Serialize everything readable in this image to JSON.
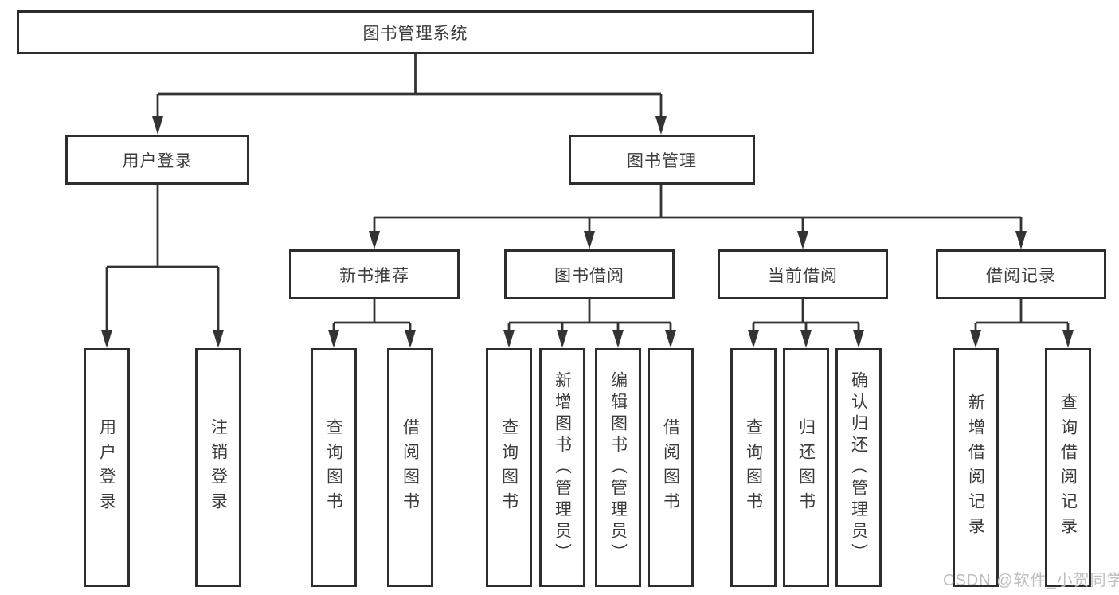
{
  "diagram_title": "图书管理系统",
  "tree": {
    "label": "图书管理系统",
    "children": [
      {
        "label": "用户登录",
        "children": [
          {
            "label": "用户登录"
          },
          {
            "label": "注销登录"
          }
        ]
      },
      {
        "label": "图书管理",
        "children": [
          {
            "label": "新书推荐",
            "children": [
              {
                "label": "查询图书"
              },
              {
                "label": "借阅图书"
              }
            ]
          },
          {
            "label": "图书借阅",
            "children": [
              {
                "label": "查询图书"
              },
              {
                "label": "新增图书（管理员）"
              },
              {
                "label": "编辑图书（管理员）"
              },
              {
                "label": "借阅图书"
              }
            ]
          },
          {
            "label": "当前借阅",
            "children": [
              {
                "label": "查询图书"
              },
              {
                "label": "归还图书"
              },
              {
                "label": "确认归还（管理员）"
              }
            ]
          },
          {
            "label": "借阅记录",
            "children": [
              {
                "label": "新增借阅记录"
              },
              {
                "label": "查询借阅记录"
              }
            ]
          }
        ]
      }
    ]
  },
  "watermark": "CSDN @软件_小贺同学",
  "colors": {
    "line": "#333333",
    "box_border": "#2d2d2d",
    "text": "#3c3c3c",
    "watermark": "#bfbfbf",
    "background": "#ffffff"
  }
}
